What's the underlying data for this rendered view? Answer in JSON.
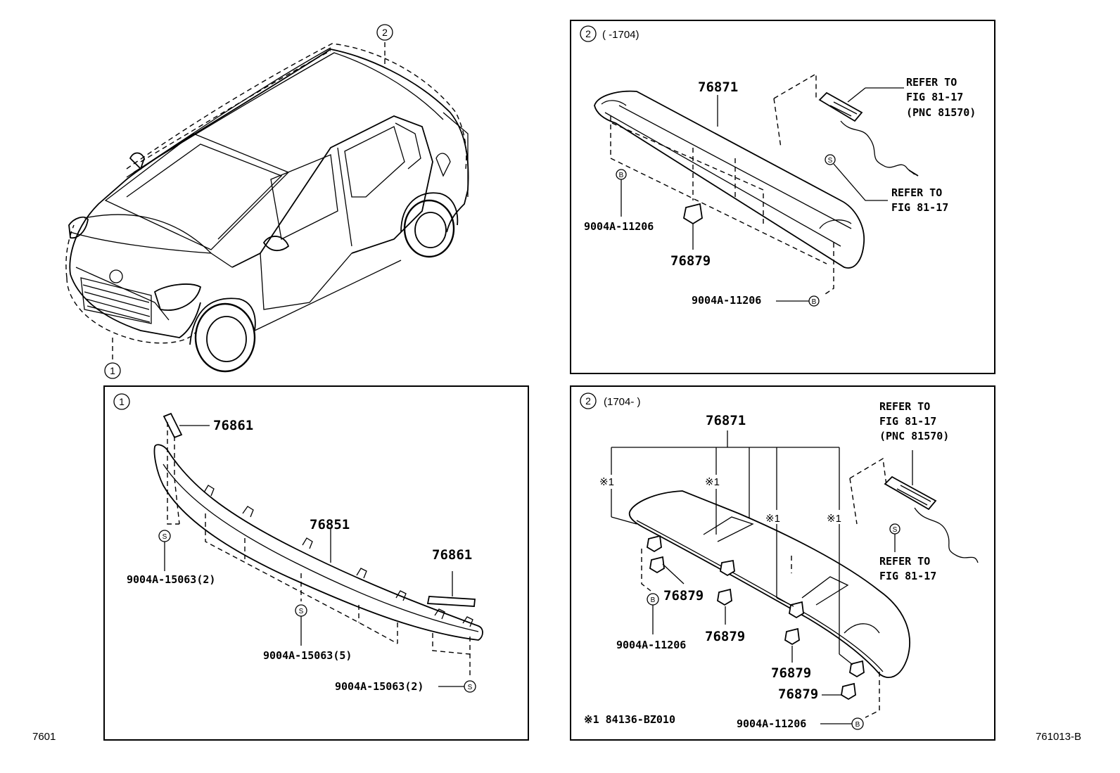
{
  "footer": {
    "left_code": "7601",
    "right_code": "761013-B"
  },
  "callouts": {
    "one": "1",
    "two": "2"
  },
  "fastener_symbols": {
    "s": "S",
    "b": "B"
  },
  "panel_spoiler_early": {
    "date_range": "(      -1704)",
    "spoiler_part": "76871",
    "clip_part": "76879",
    "bolt_part_left": "9004A-11206",
    "bolt_part_right": "9004A-11206",
    "refer_1": [
      "REFER TO",
      "FIG 81-17",
      "(PNC 81570)"
    ],
    "refer_2": [
      "REFER TO",
      "FIG 81-17"
    ]
  },
  "panel_front_lip": {
    "bracket_top": "76861",
    "bracket_bottom": "76861",
    "lip_part": "76851",
    "screw_left": "9004A-15063(2)",
    "screw_center": "9004A-15063(5)",
    "screw_right": "9004A-15063(2)"
  },
  "panel_spoiler_late": {
    "date_range": "(1704-      )",
    "spoiler_part": "76871",
    "note_mark": "※1",
    "clip_1": "76879",
    "clip_2": "76879",
    "clip_3": "76879",
    "clip_4": "76879",
    "bolt_part_left": "9004A-11206",
    "bolt_part_bottom": "9004A-11206",
    "refer_1": [
      "REFER TO",
      "FIG 81-17",
      "(PNC 81570)"
    ],
    "refer_2": [
      "REFER TO",
      "FIG 81-17"
    ],
    "footnote": "※1  84136-BZ010"
  }
}
